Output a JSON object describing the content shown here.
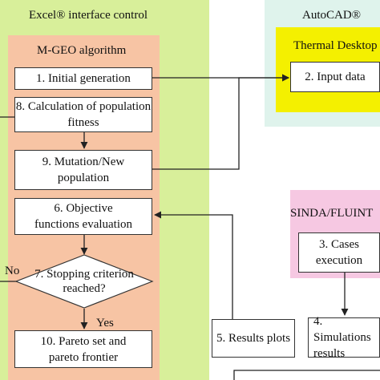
{
  "excel": {
    "title": "Excel® interface control"
  },
  "mgeo": {
    "title": "M-GEO algorithm"
  },
  "autocad": {
    "title": "AutoCAD®"
  },
  "thermal": {
    "title": "Thermal Desktop"
  },
  "sinda": {
    "title": "SINDA/FLUINT"
  },
  "boxes": {
    "initial": "1. Initial generation",
    "fitness": "8. Calculation of population fitness",
    "mutation": "9. Mutation/New population",
    "objective": "6. Objective functions evaluation",
    "stopping": "7. Stopping criterion reached?",
    "pareto": "10. Pareto set and pareto frontier",
    "input": "2. Input data",
    "cases": "3. Cases execution",
    "plots": "5. Results plots",
    "simulations": "4. Simulations results"
  },
  "labels": {
    "no": "No",
    "yes": "Yes"
  }
}
